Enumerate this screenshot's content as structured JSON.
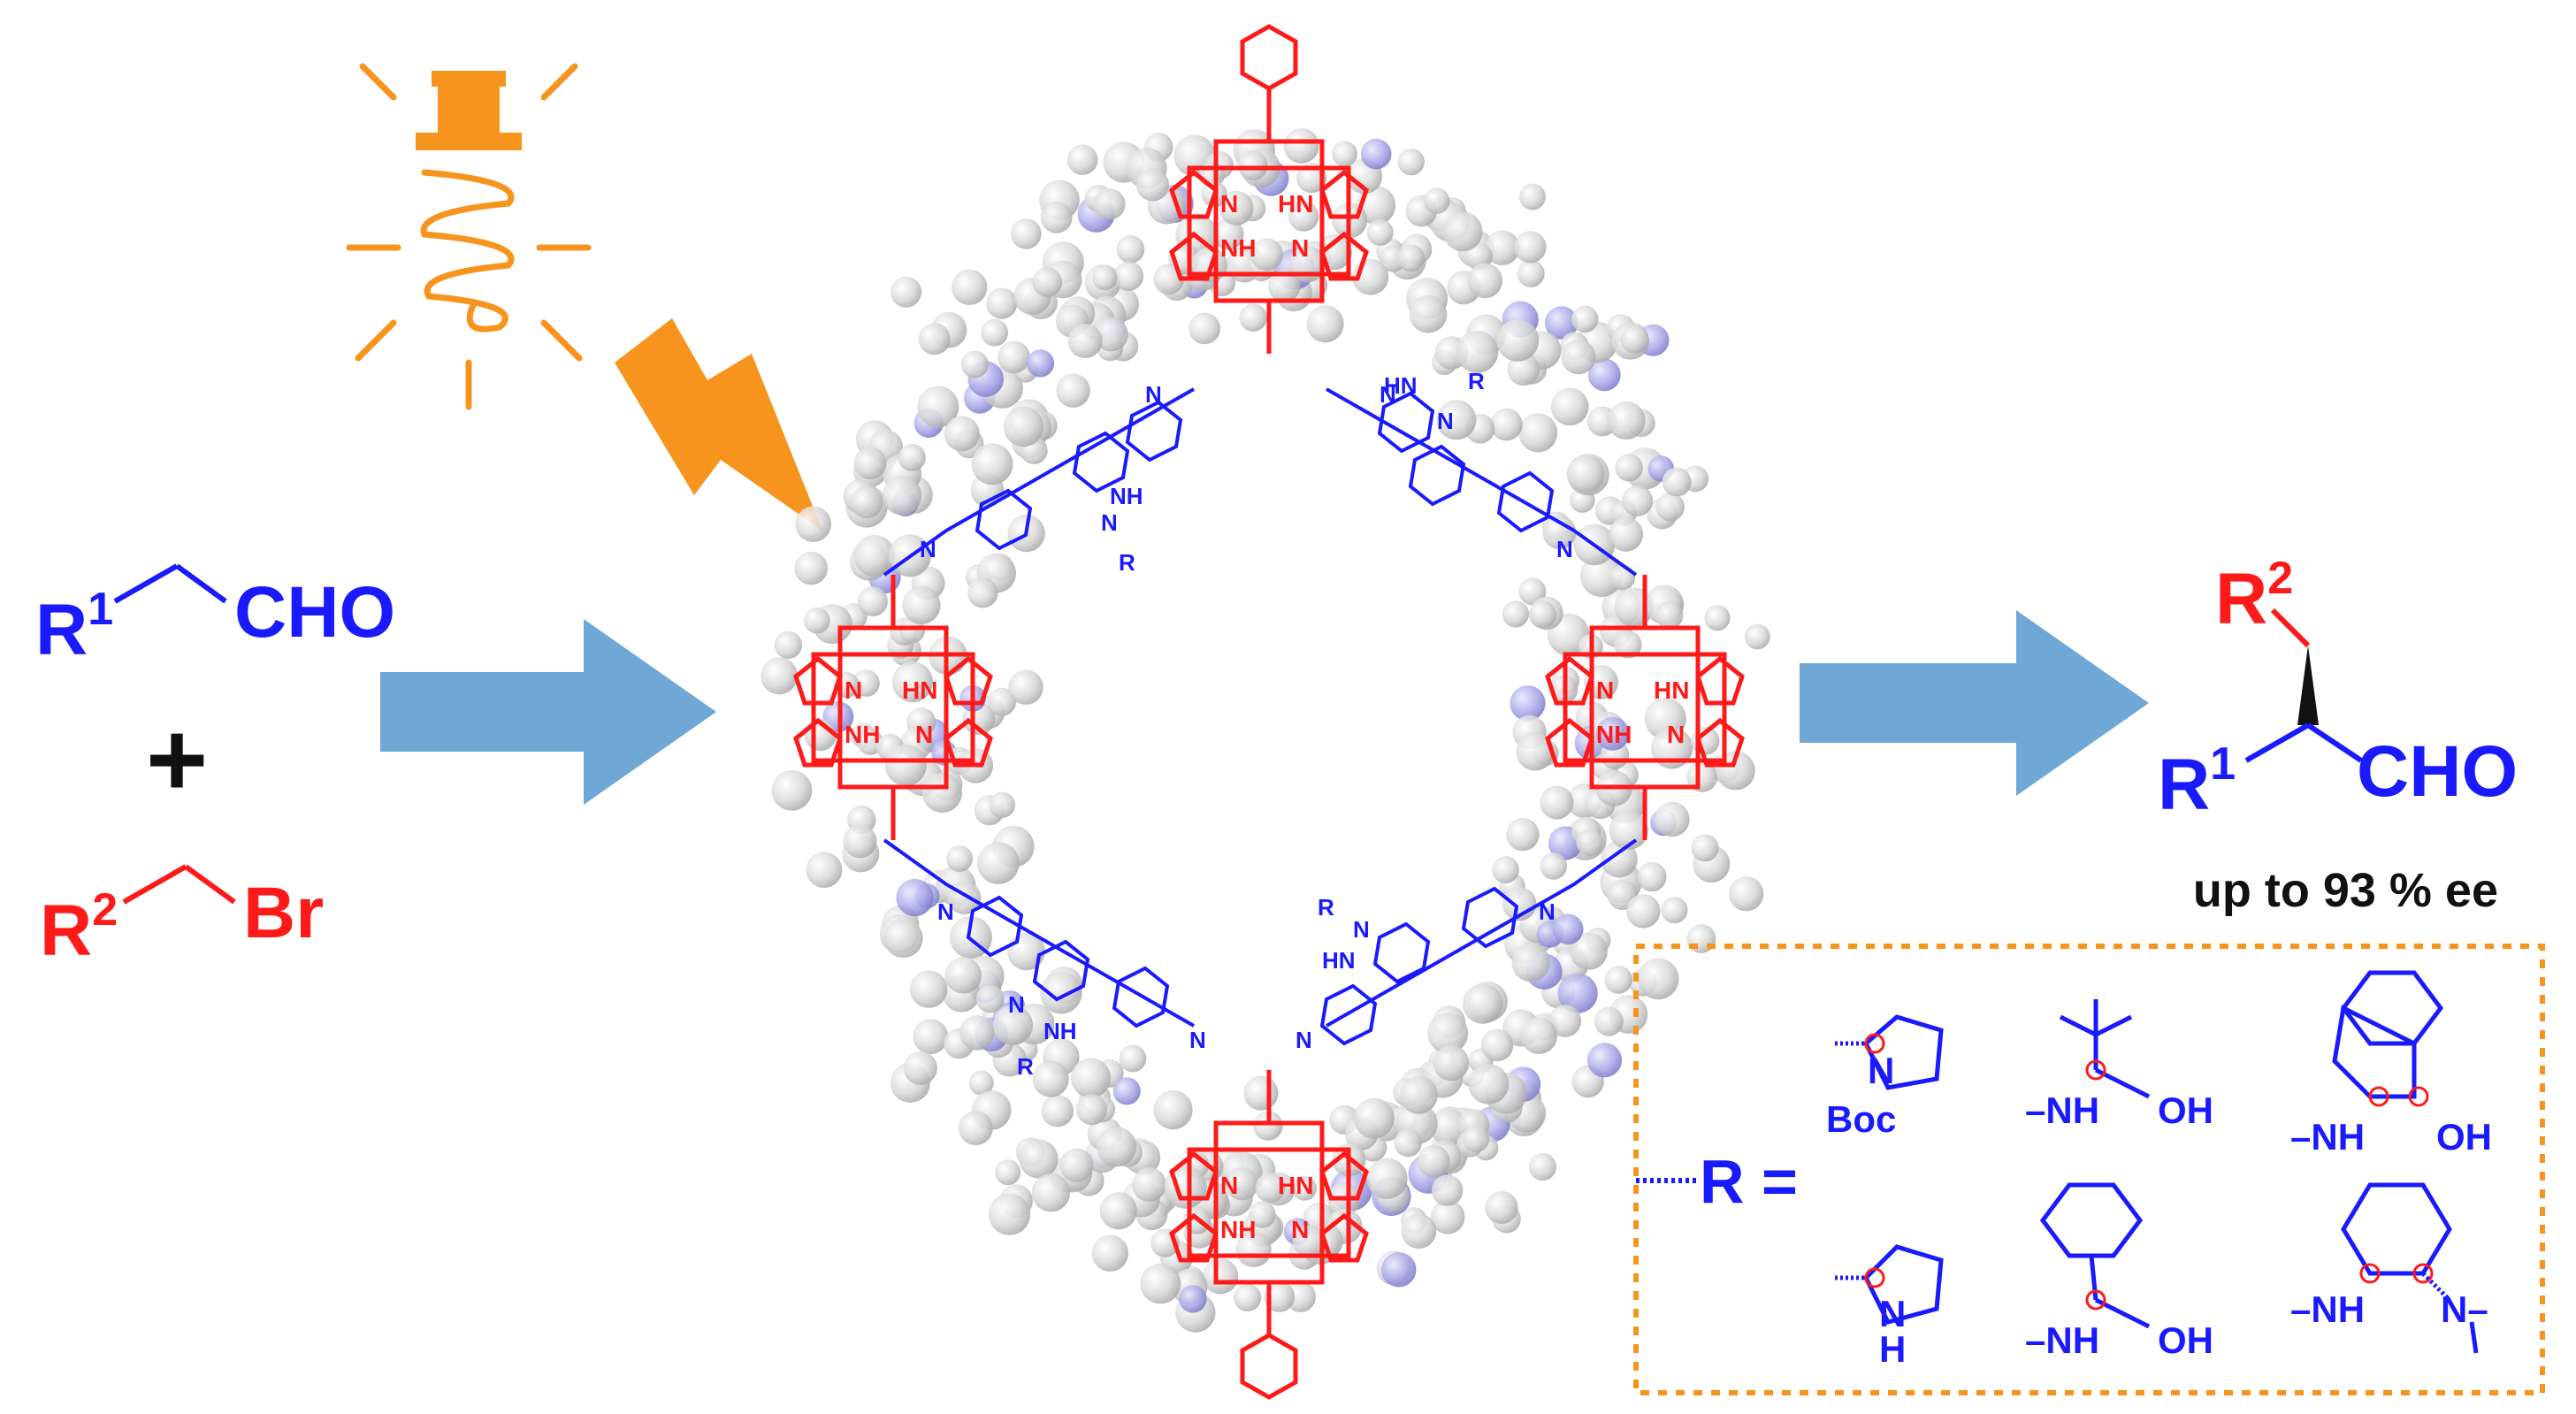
{
  "colors": {
    "blue": "#1a1aff",
    "red": "#ff1a1a",
    "orange": "#f7941d",
    "arrow": "#6fa8d6",
    "sphere": "#d0d0d0",
    "text_dark": "#111111"
  },
  "reactants": {
    "aldehyde": {
      "r_group": "R",
      "r_sup": "1",
      "functional": "CHO"
    },
    "plus": "+",
    "bromide": {
      "r_group": "R",
      "r_sup": "2",
      "functional": "Br"
    }
  },
  "product": {
    "r2": "R",
    "r2_sup": "2",
    "r1": "R",
    "r1_sup": "1",
    "functional": "CHO",
    "ee_note": "up to 93 % ee"
  },
  "framework": {
    "porphyrin_atoms": {
      "n": "N",
      "hn": "HN",
      "nh": "NH"
    },
    "imine_n": "N",
    "imidazole_n": "N",
    "imidazole_nh": "NH",
    "imidazole_hn": "HN",
    "r_label": "R"
  },
  "legend": {
    "prefix": "R =",
    "boc_pyrrolidine": {
      "n": "N",
      "boc": "Boc"
    },
    "tle_aminoalcohol": {
      "nh": "–NH",
      "oh": "OH"
    },
    "aminoindanol": {
      "nh": "–NH",
      "oh": "OH"
    },
    "pyrrolidine": {
      "nh": "N",
      "h": "H"
    },
    "phenylglycinol": {
      "nh": "–NH",
      "oh": "OH"
    },
    "cyclohexanediamine": {
      "nh": "–NH",
      "nme2": "N–"
    }
  },
  "icons": [
    "light-bulb-icon",
    "lightning-bolt-icon",
    "reaction-arrow-icon"
  ]
}
